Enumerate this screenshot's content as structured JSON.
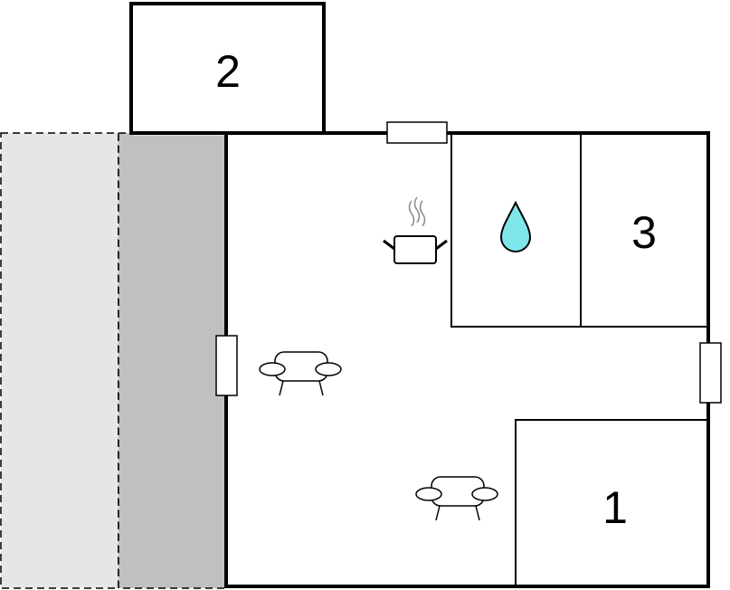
{
  "floorplan": {
    "rooms": [
      {
        "label": "2"
      },
      {
        "label": "3"
      },
      {
        "label": "1"
      }
    ],
    "icons": [
      "cooking-pot-icon",
      "water-drop-icon",
      "armchair-icon",
      "armchair-icon"
    ],
    "colors": {
      "wall": "#000000",
      "terrace_dark": "#c0c0c0",
      "terrace_light": "#e6e6e6",
      "water": "#7fe6ea",
      "background": "#ffffff"
    }
  }
}
